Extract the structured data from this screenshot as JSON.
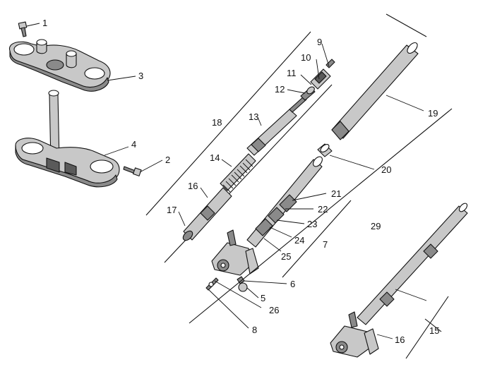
{
  "diagram": {
    "callouts": [
      {
        "id": "c1",
        "text": "1"
      },
      {
        "id": "c2",
        "text": "2"
      },
      {
        "id": "c3",
        "text": "3"
      },
      {
        "id": "c4",
        "text": "4"
      },
      {
        "id": "c5",
        "text": "5"
      },
      {
        "id": "c6",
        "text": "6"
      },
      {
        "id": "c7",
        "text": "7"
      },
      {
        "id": "c8",
        "text": "8"
      },
      {
        "id": "c9",
        "text": "9"
      },
      {
        "id": "c10",
        "text": "10"
      },
      {
        "id": "c11",
        "text": "11"
      },
      {
        "id": "c12",
        "text": "12"
      },
      {
        "id": "c13",
        "text": "13"
      },
      {
        "id": "c14",
        "text": "14"
      },
      {
        "id": "c15",
        "text": "15"
      },
      {
        "id": "c16a",
        "text": "16"
      },
      {
        "id": "c16b",
        "text": "16"
      },
      {
        "id": "c17",
        "text": "17"
      },
      {
        "id": "c18",
        "text": "18"
      },
      {
        "id": "c19",
        "text": "19"
      },
      {
        "id": "c20",
        "text": "20"
      },
      {
        "id": "c21",
        "text": "21"
      },
      {
        "id": "c22",
        "text": "22"
      },
      {
        "id": "c23",
        "text": "23"
      },
      {
        "id": "c24",
        "text": "24"
      },
      {
        "id": "c25",
        "text": "25"
      },
      {
        "id": "c26",
        "text": "26"
      },
      {
        "id": "c29",
        "text": "29"
      }
    ]
  }
}
